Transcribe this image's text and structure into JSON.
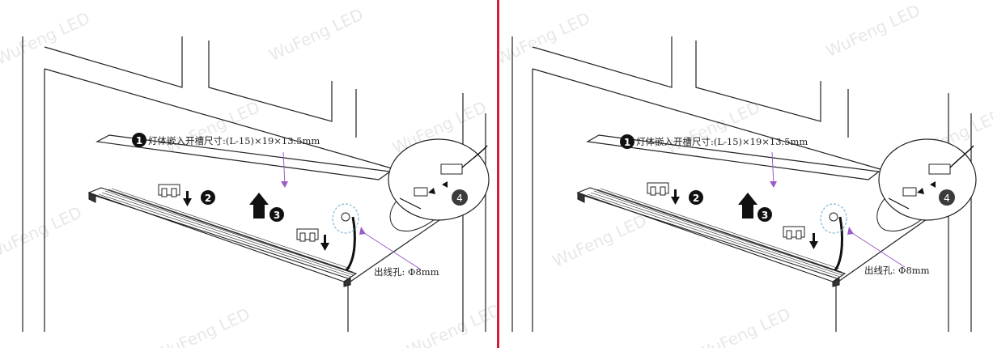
{
  "watermark": "WuFeng LED",
  "colors": {
    "divider": "#d21e3c",
    "leader": "#9a5cc8",
    "hole_ring": "#7fb7d8",
    "ink": "#222222"
  },
  "steps": {
    "s1": "❶",
    "s2": "❷",
    "s3": "❸",
    "s4": "4"
  },
  "labels": {
    "slot": "灯体嵌入开槽尺寸:(L-15)×19×13.5mm",
    "hole": "出线孔: Φ8mm"
  }
}
